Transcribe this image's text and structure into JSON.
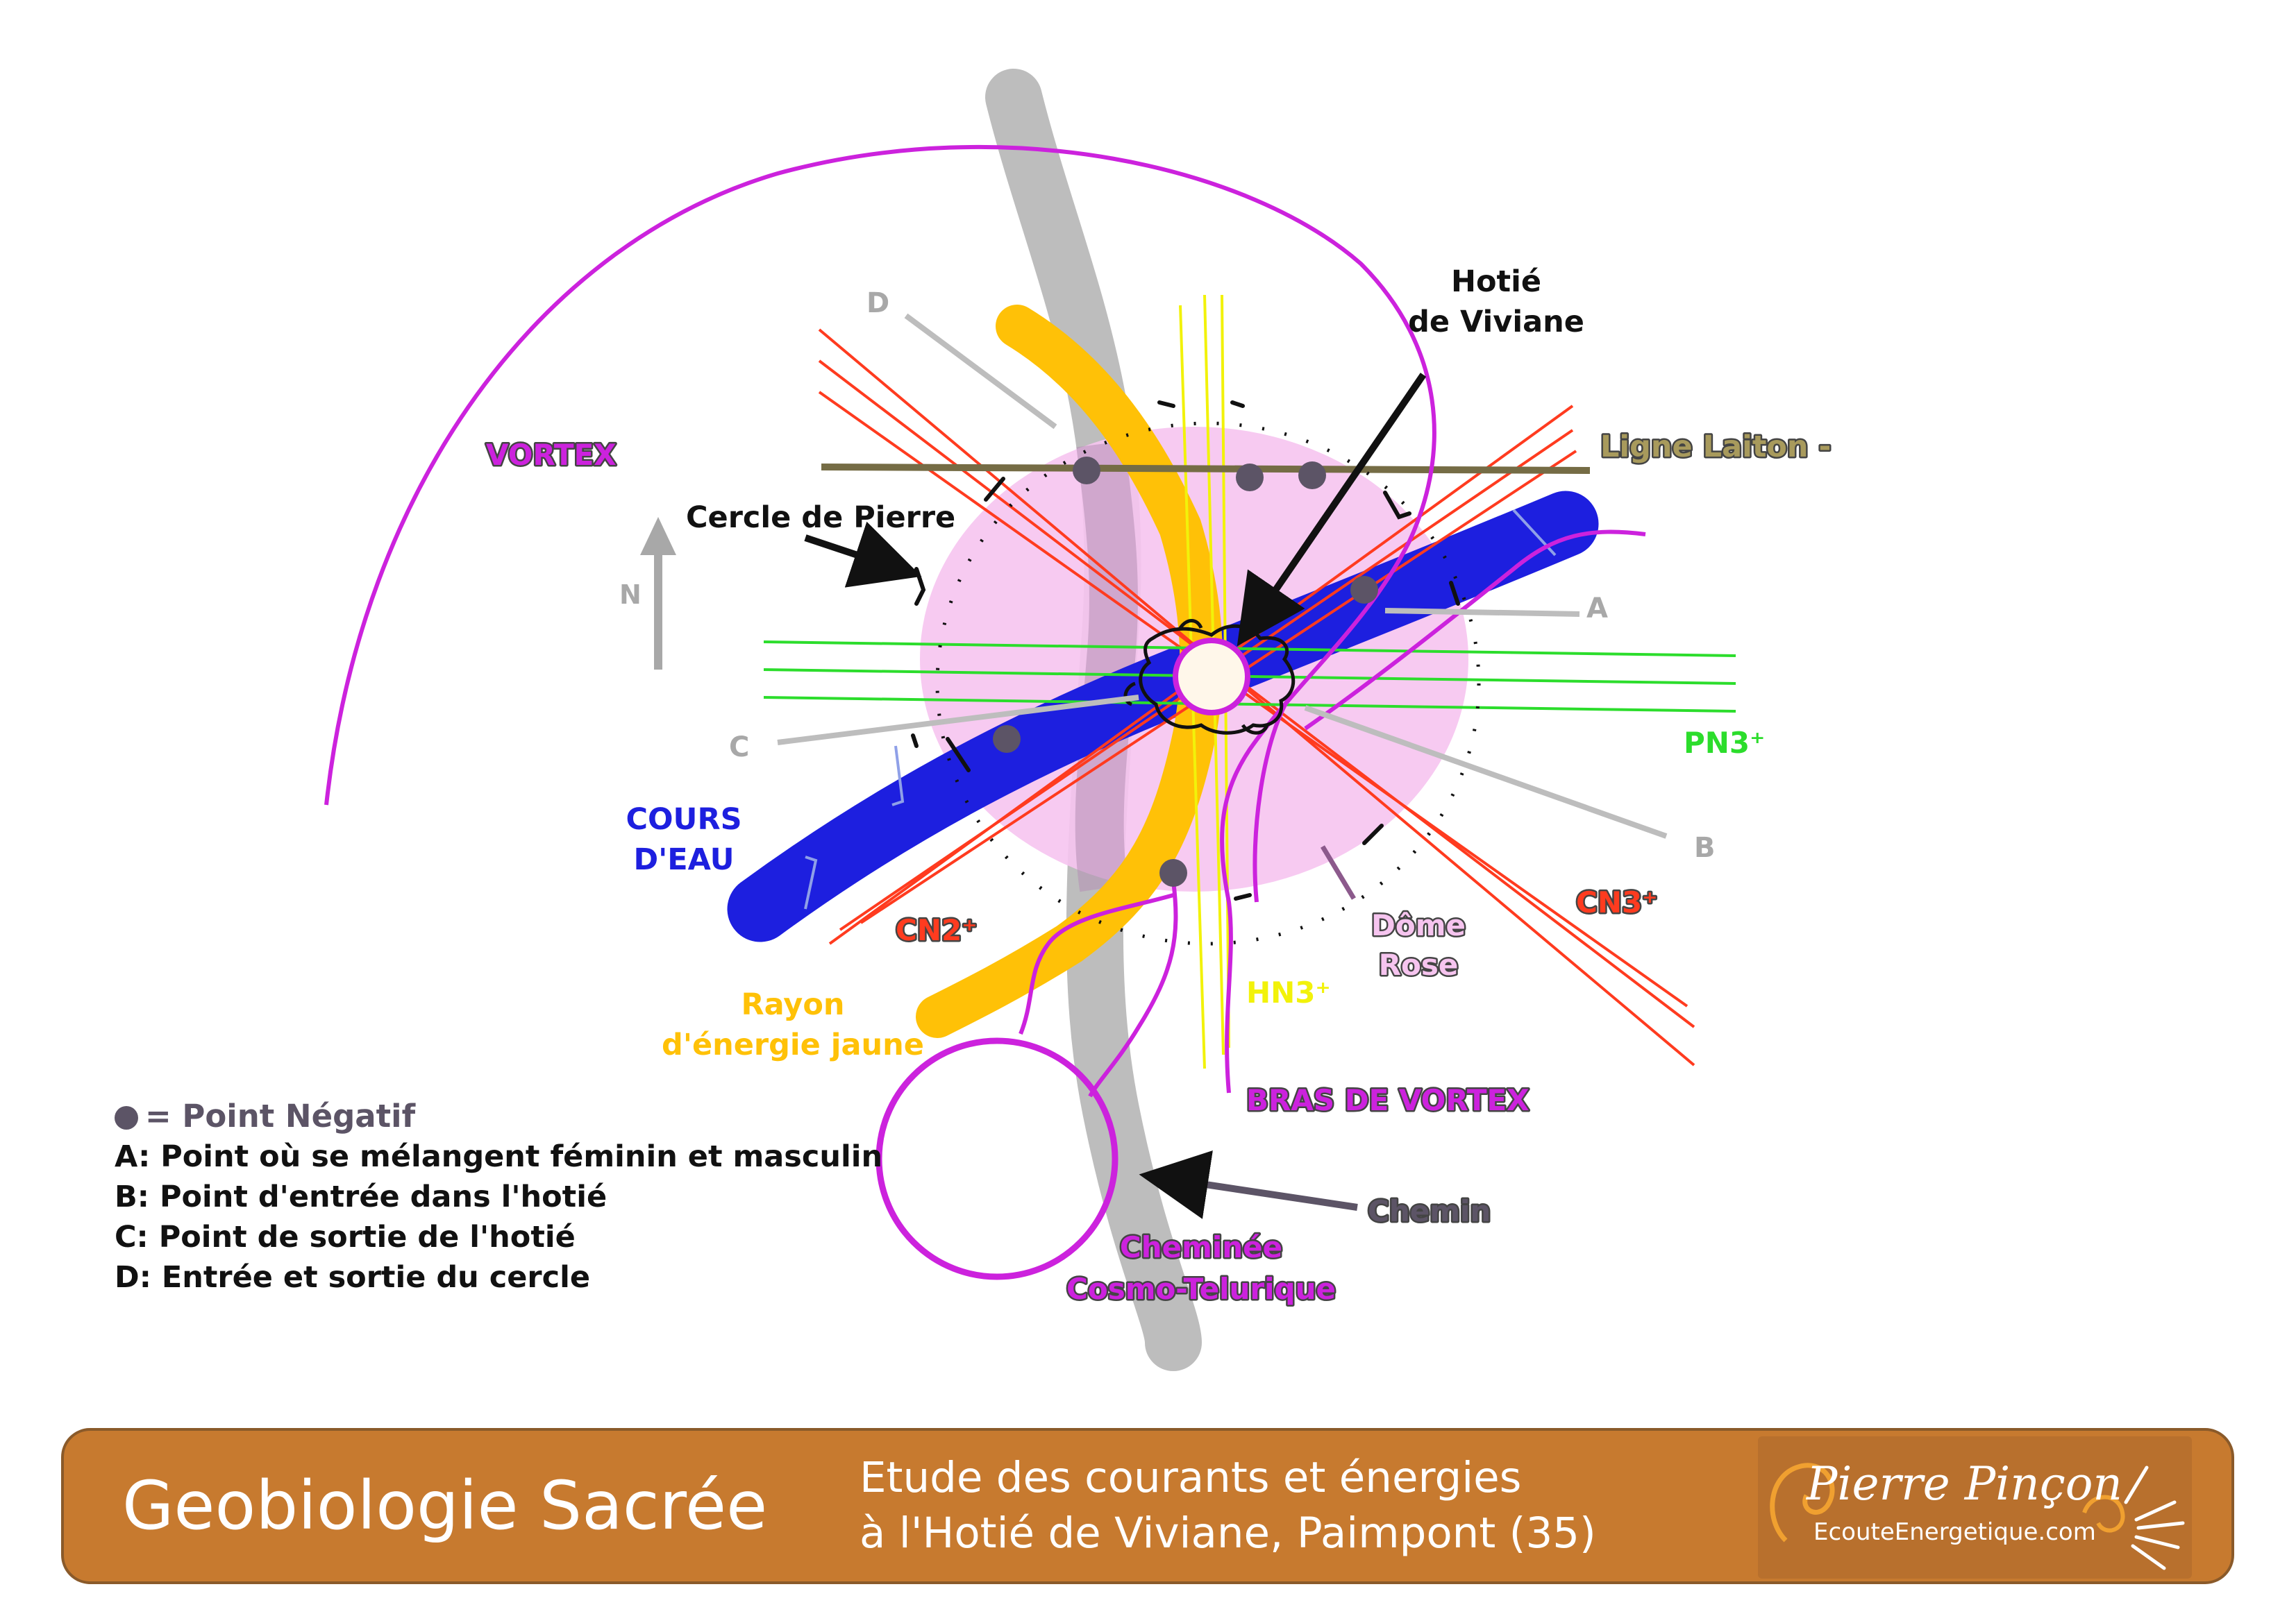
{
  "diagram": {
    "labels": {
      "vortex": "VORTEX",
      "hotie_line1": "Hotié",
      "hotie_line2": "de Viviane",
      "ligne_laiton": "Ligne Laiton -",
      "cercle_pierre": "Cercle de Pierre",
      "north": "N",
      "point_a": "A",
      "point_b": "B",
      "point_c": "C",
      "point_d": "D",
      "pn3": "PN3⁺",
      "cn3": "CN3⁺",
      "cn2": "CN2⁺",
      "hn3": "HN3⁺",
      "cours_line1": "COURS",
      "cours_line2": "D'EAU",
      "dome_line1": "Dôme",
      "dome_line2": "Rose",
      "rayon_line1": "Rayon",
      "rayon_line2": "d'énergie jaune",
      "bras_vortex": "BRAS DE VORTEX",
      "chemin": "Chemin",
      "cheminee_line1": "Cheminée",
      "cheminee_line2": "Cosmo-Telurique"
    },
    "colors": {
      "vortex": "#cc22dd",
      "water": "#1d1fdf",
      "yellow_ray": "#ffc107",
      "path": "#bdbdbd",
      "dome": "#f6c4ef",
      "red_lines": "#ff3b1f",
      "green_lines": "#2cdd2c",
      "yellow_lines": "#f2f20a",
      "laiton": "#756c45",
      "negative_point": "#5c5466",
      "label_gray": "#a8a8a8"
    }
  },
  "legend": {
    "negative_label": "= Point Négatif",
    "items": [
      "A: Point où se mélangent féminin et masculin",
      "B: Point d'entrée dans l'hotié",
      "C: Point de sortie de l'hotié",
      "D: Entrée et sortie du cercle"
    ]
  },
  "footer": {
    "title": "Geobiologie Sacrée",
    "subtitle_line1": "Etude des courants et énergies",
    "subtitle_line2": "à l'Hotié de Viviane, Paimpont (35)",
    "logo_name": "Pierre Pinçon",
    "logo_site": "EcouteEnergetique.com",
    "background_color": "#c77a2f"
  }
}
